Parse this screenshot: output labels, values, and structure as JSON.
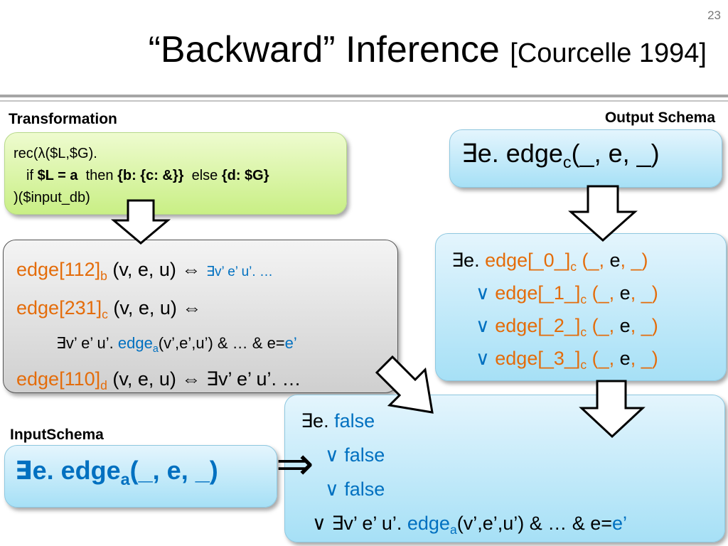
{
  "slide_number": "23",
  "title": {
    "main": "“Backward” Inference",
    "citation": "[Courcelle 1994]"
  },
  "labels": {
    "transformation": "Transformation",
    "output_schema": "Output Schema",
    "input_schema": "InputSchema"
  },
  "transformation": {
    "line1": "rec(λ($L,$G).",
    "if_kw": "if",
    "cond": "$L = a",
    "then_kw": "then",
    "then_val": "{b: {c: &}}",
    "else_kw": "else",
    "else_val": "{d: $G}",
    "line3": ")($input_db)"
  },
  "edges": {
    "r1_name": "edge[112]",
    "r1_sub": "b",
    "r1_args": "(v, e, u) ⇔ ",
    "r1_tail": "∃v’ e’ u’. …",
    "r2_name": "edge[231]",
    "r2_sub": "c",
    "r2_args": "(v, e, u) ⇔",
    "r3_pre": "∃v’ e’ u’. ",
    "r3_edge": "edge",
    "r3_sub": "a",
    "r3_args": "(v’,e’,u’) & … & e=",
    "r3_e": "e’",
    "r4_name": "edge[110]",
    "r4_sub": "d",
    "r4_args": "(v, e, u) ⇔ ∃v’ e’ u’. …"
  },
  "output_schema": {
    "pre": "∃e.  edge",
    "sub": "c",
    "post": "(_, e, _)"
  },
  "output_expansion": {
    "l1_pre": "∃e.  ",
    "l1_name": "edge[_0_]",
    "l2_name": "edge[_1_]",
    "l3_name": "edge[_2_]",
    "l4_name": "edge[_3_]",
    "sub": "c",
    "or": "∨ ",
    "p_open": " (_, ",
    "e": "e",
    "p_close": ", _)"
  },
  "result": {
    "l1_pre": "∃e.  ",
    "false": "false",
    "or": "∨ ",
    "l4_pre": "∨ ∃v’ e’ u’. ",
    "l4_edge": "edge",
    "l4_sub": "a",
    "l4_args": "(v’,e’,u’) & … & e=",
    "l4_e": "e’"
  },
  "input_schema": {
    "pre": "∃e.  edge",
    "sub": "a",
    "post": "(_, e, _)"
  },
  "implies": "⇒"
}
